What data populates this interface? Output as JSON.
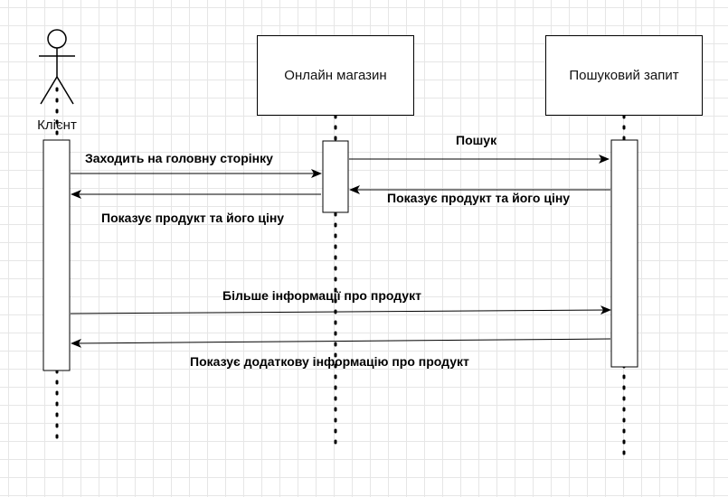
{
  "participants": {
    "client": "Клієнт",
    "shop": "Онлайн магазин",
    "search": "Пошуковий запит"
  },
  "messages": [
    {
      "from": "client",
      "to": "shop",
      "label": "Заходить на головну сторінку"
    },
    {
      "from": "shop",
      "to": "client",
      "label": "Показує продукт та його ціну"
    },
    {
      "from": "shop",
      "to": "search",
      "label": "Пошук"
    },
    {
      "from": "search",
      "to": "shop",
      "label": "Показує продукт та його ціну"
    },
    {
      "from": "client",
      "to": "search",
      "label": "Більше інформації про продукт"
    },
    {
      "from": "search",
      "to": "client",
      "label": "Показує додаткову інформацію про продукт"
    }
  ]
}
